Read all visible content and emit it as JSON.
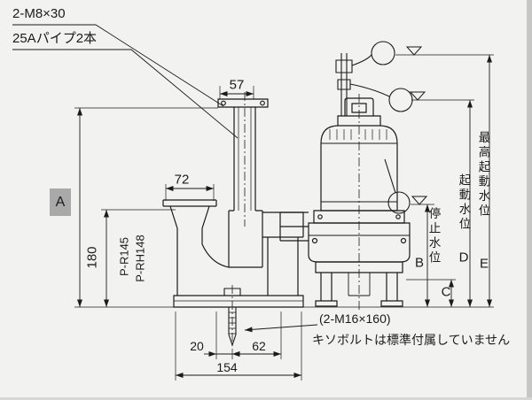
{
  "colors": {
    "background": "#f2f2f0",
    "line": "#1b1b1b",
    "highlight_box": "#a9a9a9"
  },
  "callouts": {
    "bolt_spec": "2-M8×30",
    "pipe_spec": "25Aパイプ2本"
  },
  "dims": {
    "pipe_offset": "57",
    "flange_width": "72",
    "stand_height": "180",
    "bolt_left": "20",
    "bolt_right": "62",
    "base_width": "154",
    "a": "A",
    "b": "B",
    "c": "C",
    "d": "D",
    "e": "E"
  },
  "models": {
    "left": "P-R145",
    "right": "P-RH148"
  },
  "levels": {
    "stop": "停止水位",
    "start": "起動水位",
    "max_start": "最高起動水位"
  },
  "notes": {
    "anchor_bolt_spec": "(2-M16×160)",
    "anchor_bolt_note": "キソボルトは標準付属していません"
  }
}
